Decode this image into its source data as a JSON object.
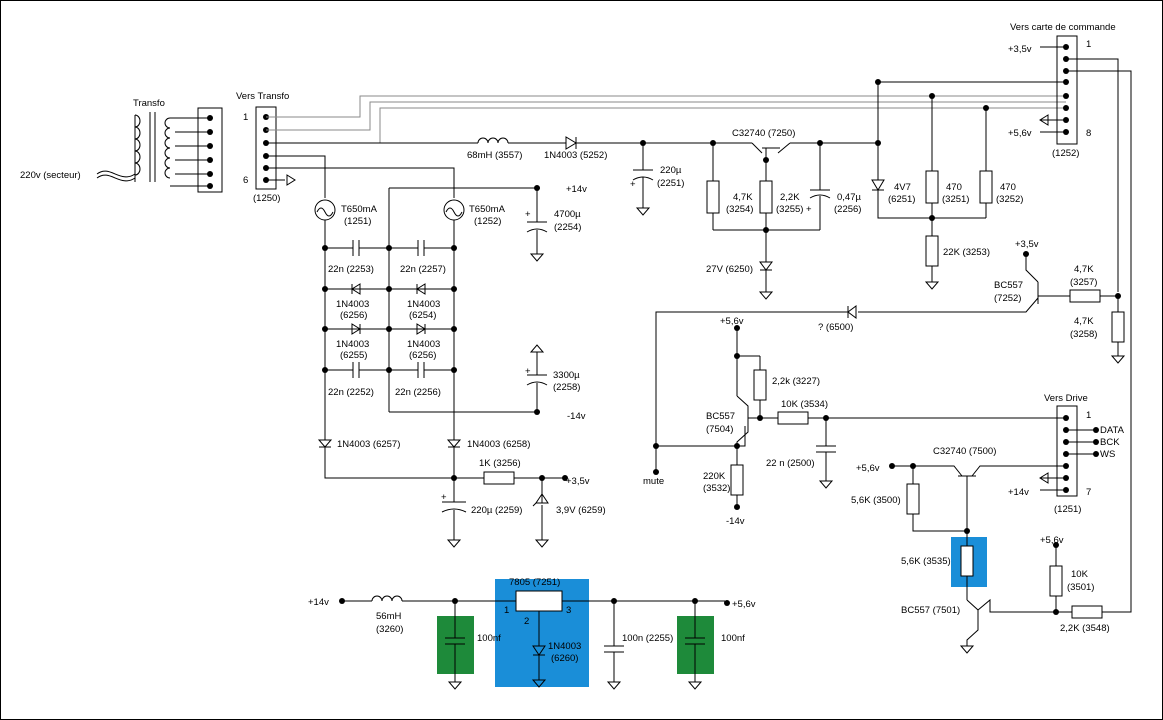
{
  "colors": {
    "hl_green": "#1e8a3a",
    "hl_blue": "#1a8ed8",
    "wire": "#000000",
    "ground_wire": "#8a8a8a"
  },
  "labels": {
    "transfo": "Transfo",
    "secteur": "220v (secteur)",
    "vers_transfo": "Vers Transfo",
    "pin1": "1",
    "pin6": "6",
    "conn1250": "(1250)",
    "l3557": "68mH (3557)",
    "d5252": "1N4003 (5252)",
    "t7250": "C32740 (7250)",
    "c2251a": "220µ",
    "c2251b": "(2251)",
    "r3254a": "4,7K",
    "r3254b": "(3254)",
    "r3255a": "2,2K",
    "r3255b": "(3255)",
    "c2256a": "0,47µ",
    "c2256b": "(2256)",
    "z6251a": "4V7",
    "z6251b": "(6251)",
    "r3251a": "470",
    "r3251b": "(3251)",
    "r3252a": "470",
    "r3252b": "(3252)",
    "r3253": "22K (3253)",
    "z6250": "27V (6250)",
    "vers_cmd": "Vers carte de commande",
    "cmd_p33": "+3,5v",
    "cmd_56": "+5,6v",
    "cmd_1": "1",
    "cmd_8": "8",
    "cmd_conn": "(1252)",
    "f1251a": "T650mA",
    "f1251b": "(1251)",
    "f1252a": "T650mA",
    "f1252b": "(1252)",
    "p14v": "+14v",
    "c2254a": "4700µ",
    "c2254b": "(2254)",
    "c2253": "22n  (2253)",
    "c2257": "22n (2257)",
    "d6256a": "1N4003",
    "d6256b": "(6256)",
    "d6254a": "1N4003",
    "d6254b": "(6254)",
    "d6255a": "1N4003",
    "d6255b": "(6255)",
    "d6256c": "1N4003",
    "d6256d": "(6256)",
    "c2252": "22n  (2252)",
    "c2256": "22n (2256)",
    "c2258a": "3300µ",
    "c2258b": "(2258)",
    "m14v": "-14v",
    "d6257": "1N4003 (6257)",
    "d6258": "1N4003 (6258)",
    "r3256": "1K (3256)",
    "p35v": "+3,5v",
    "c2259": "220µ (2259)",
    "z6259": "3,9V (6259)",
    "r3_p35": "+3,5v",
    "bc7252a": "BC557",
    "bc7252b": "(7252)",
    "r3257a": "4,7K",
    "r3257b": "(3257)",
    "r3258a": "4,7K",
    "r3258b": "(3258)",
    "d6500": "? (6500)",
    "p56a": "+5,6v",
    "r3227": "2,2k (3227)",
    "r3534": "10K (3534)",
    "bc7504a": "BC557",
    "bc7504b": "(7504)",
    "c2500": "22 n (2500)",
    "r3532a": "220K",
    "r3532b": "(3532)",
    "m14b": "-14v",
    "mute": "mute",
    "vers_drive": "Vers Drive",
    "drv1": "1",
    "data": "DATA",
    "bck": "BCK",
    "ws": "WS",
    "drv14": "+14v",
    "drv7": "7",
    "drvconn": "(1251)",
    "t7500": "C32740 (7500)",
    "p56b": "+5,6v",
    "r3500": "5,6K (3500)",
    "r3535": "5,6K (3535)",
    "bc7501": "BC557 (7501)",
    "p56c": "+5,6v",
    "r3501a": "10K",
    "r3501b": "(3501)",
    "r3548": "2,2K (3548)",
    "reg": "7805 (7251)",
    "reg1": "1",
    "reg2": "2",
    "reg3": "3",
    "p14c": "+14v",
    "l3260a": "56mH",
    "l3260b": "(3260)",
    "c100a": "100nf",
    "d6260a": "1N4003",
    "d6260b": "(6260)",
    "c2255": "100n (2255)",
    "c100b": "100nf",
    "p56d": "+5,6v"
  }
}
